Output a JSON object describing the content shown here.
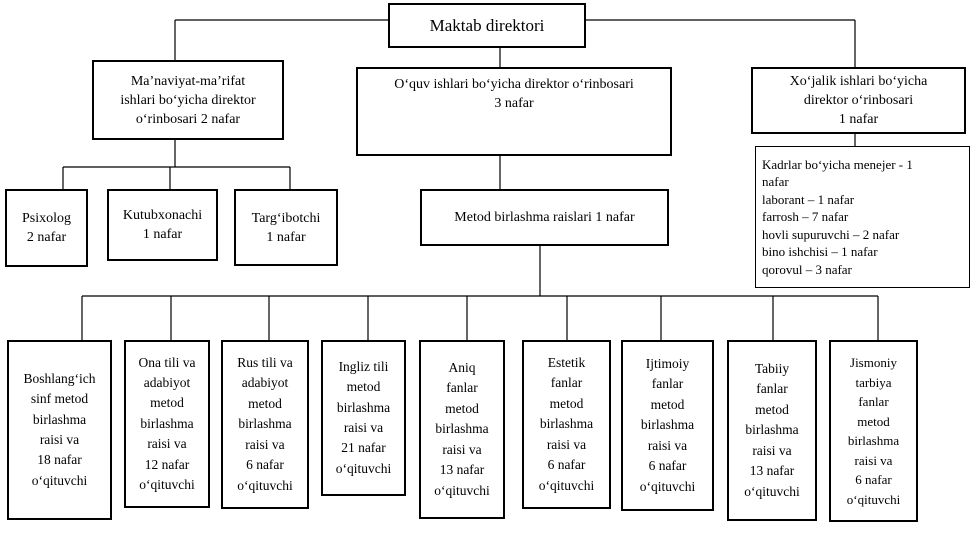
{
  "director": "Maktab direktori",
  "deputies": {
    "spiritual": "Maʼnaviyat-maʼrifat\nishlari boʻyicha direktor\noʻrinbosari 2 nafar",
    "academic": "Oʻquv ishlari boʻyicha direktor oʻrinbosari\n3 nafar",
    "economic": "Xoʻjalik ishlari boʻyicha\ndirektor oʻrinbosari\n1 nafar"
  },
  "spiritual_staff": [
    "Psixolog\n2 nafar",
    "Kutubxonachi\n1 nafar",
    "Targʻibotchi\n1 nafar"
  ],
  "economic_staff": "Kadrlar boʻyicha menejer - 1\nnafar\nlaborant – 1 nafar\nfarrosh – 7 nafar\nhovli supuruvchi – 2 nafar\nbino ishchisi – 1 nafar\nqorovul – 3 nafar",
  "method_heads": "Metod birlashma raislari 1 nafar",
  "method_units": [
    "Boshlangʻich\nsinf metod\nbirlashma\nraisi va\n18 nafar\noʻqituvchi",
    "Ona tili va\nadabiyot\nmetod\nbirlashma\nraisi va\n12 nafar\noʻqituvchi",
    "Rus tili va\nadabiyot\nmetod\nbirlashma\nraisi va\n6 nafar\noʻqituvchi",
    "Ingliz tili\nmetod\nbirlashma\nraisi va\n21 nafar\noʻqituvchi",
    "Aniq\nfanlar\nmetod\nbirlashma\nraisi va\n13 nafar\noʻqituvchi",
    "Estetik\nfanlar\nmetod\nbirlashma\nraisi va\n6 nafar\noʻqituvchi",
    "Ijtimoiy\nfanlar\nmetod\nbirlashma\nraisi va\n6 nafar\noʻqituvchi",
    "Tabiiy\nfanlar\nmetod\nbirlashma\nraisi va\n13 nafar\noʻqituvchi",
    "Jismoniy\ntarbiya\nfanlar\nmetod\nbirlashma\nraisi va\n6 nafar\noʻqituvchi"
  ]
}
